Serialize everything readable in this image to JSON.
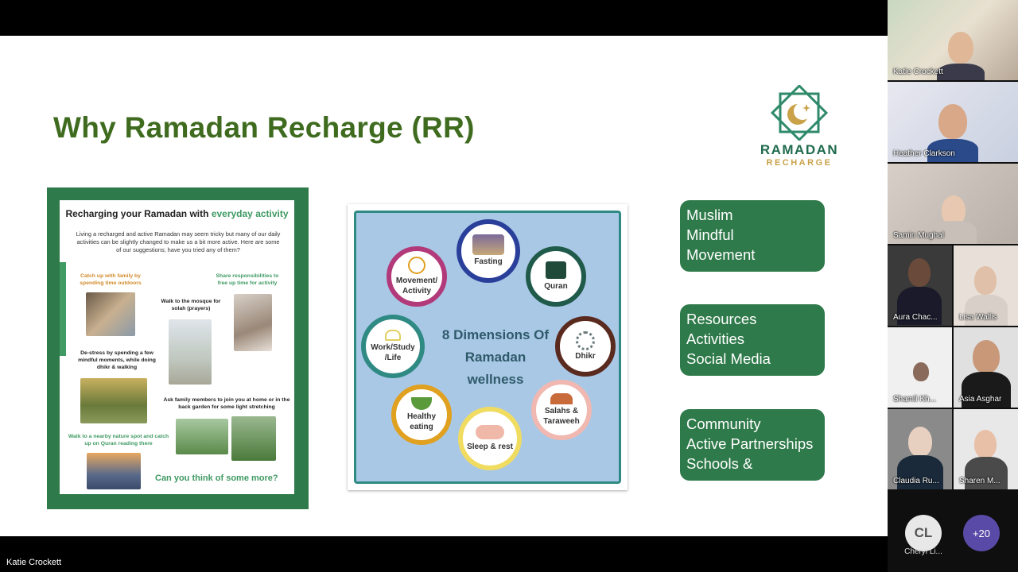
{
  "slide": {
    "title": "Why Ramadan Recharge (RR)",
    "logo": {
      "line1": "RAMADAN",
      "line2": "RECHARGE"
    },
    "poster": {
      "heading_prefix": "Recharging your Ramadan with ",
      "heading_highlight": "everyday activity",
      "intro": "Living a recharged and active Ramadan may seem tricky but many of our daily activities can be slightly changed to make us a bit more active. Here are some of our suggestions; have you tried any of them?",
      "tips": [
        "Catch up with family by spending time outdoors",
        "Share responsibilities to free up time for activity",
        "Walk to the mosque for solah (prayers)",
        "De-stress by spending a few mindful moments, while doing dhikr & walking",
        "Ask family members to join you at home or in the back garden for some light stretching",
        "Walk to a nearby nature spot and catch up on Quran reading there"
      ],
      "closing": "Can you think of some more?"
    },
    "dimensions": {
      "title": "8 Dimensions Of Ramadan wellness",
      "items": [
        {
          "label": "Movement/ Activity",
          "color": "#b23a7a"
        },
        {
          "label": "Fasting",
          "color": "#2a3f9a"
        },
        {
          "label": "Quran",
          "color": "#1f5a4a"
        },
        {
          "label": "Work/Study /Life",
          "color": "#2f8a84"
        },
        {
          "label": "Dhikr",
          "color": "#5a2a1f"
        },
        {
          "label": "Healthy eating",
          "color": "#e0a020"
        },
        {
          "label": "Sleep & rest",
          "color": "#f0dc60"
        },
        {
          "label": "Salahs & Taraweeh",
          "color": "#f0b8b0"
        }
      ]
    },
    "pills": [
      [
        "Muslim",
        "Mindful",
        "Movement"
      ],
      [
        "Resources",
        "Activities",
        "Social Media"
      ],
      [
        "Community",
        "Active Partnerships",
        "Schools &"
      ]
    ]
  },
  "presenter": "Katie Crockett",
  "participants": [
    "Katie Crockett",
    "Heather Clarkson",
    "Samin Mughal",
    "Aura Chac...",
    "Lisa Wallis",
    "Shamli Kh...",
    "Asia Asghar",
    "Claudia Ru...",
    "Sharen M..."
  ],
  "extra": {
    "initials": "CL",
    "name": "Cheryl Li...",
    "more_count": "+20"
  },
  "colors": {
    "brand_green": "#2f7a4a",
    "title_green": "#3f6b1f",
    "gold": "#c9a24a"
  }
}
